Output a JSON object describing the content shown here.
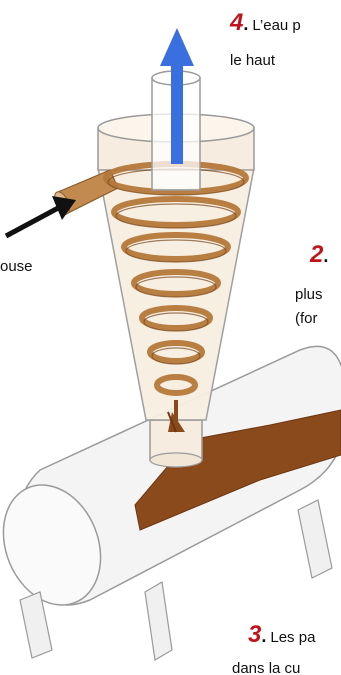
{
  "labels": {
    "step4": {
      "num": "4",
      "line1": "L’eau p",
      "line2": "le haut"
    },
    "step1": {
      "text": "ouse"
    },
    "step2": {
      "num": "2",
      "line1": "plus",
      "line2": "(for"
    },
    "step3": {
      "num": "3",
      "line1": "Les pa",
      "line2": "dans la cu"
    }
  },
  "colors": {
    "arrow_blue": "#3a6fe0",
    "sediment_brown": "#8a4a1c",
    "ring_brown": "#b5783a",
    "outline_gray": "#9a9a9a",
    "number_red": "#c0141c"
  },
  "icons": [
    "up-arrow-icon",
    "inlet-arrow-icon",
    "down-arrow-icon"
  ]
}
